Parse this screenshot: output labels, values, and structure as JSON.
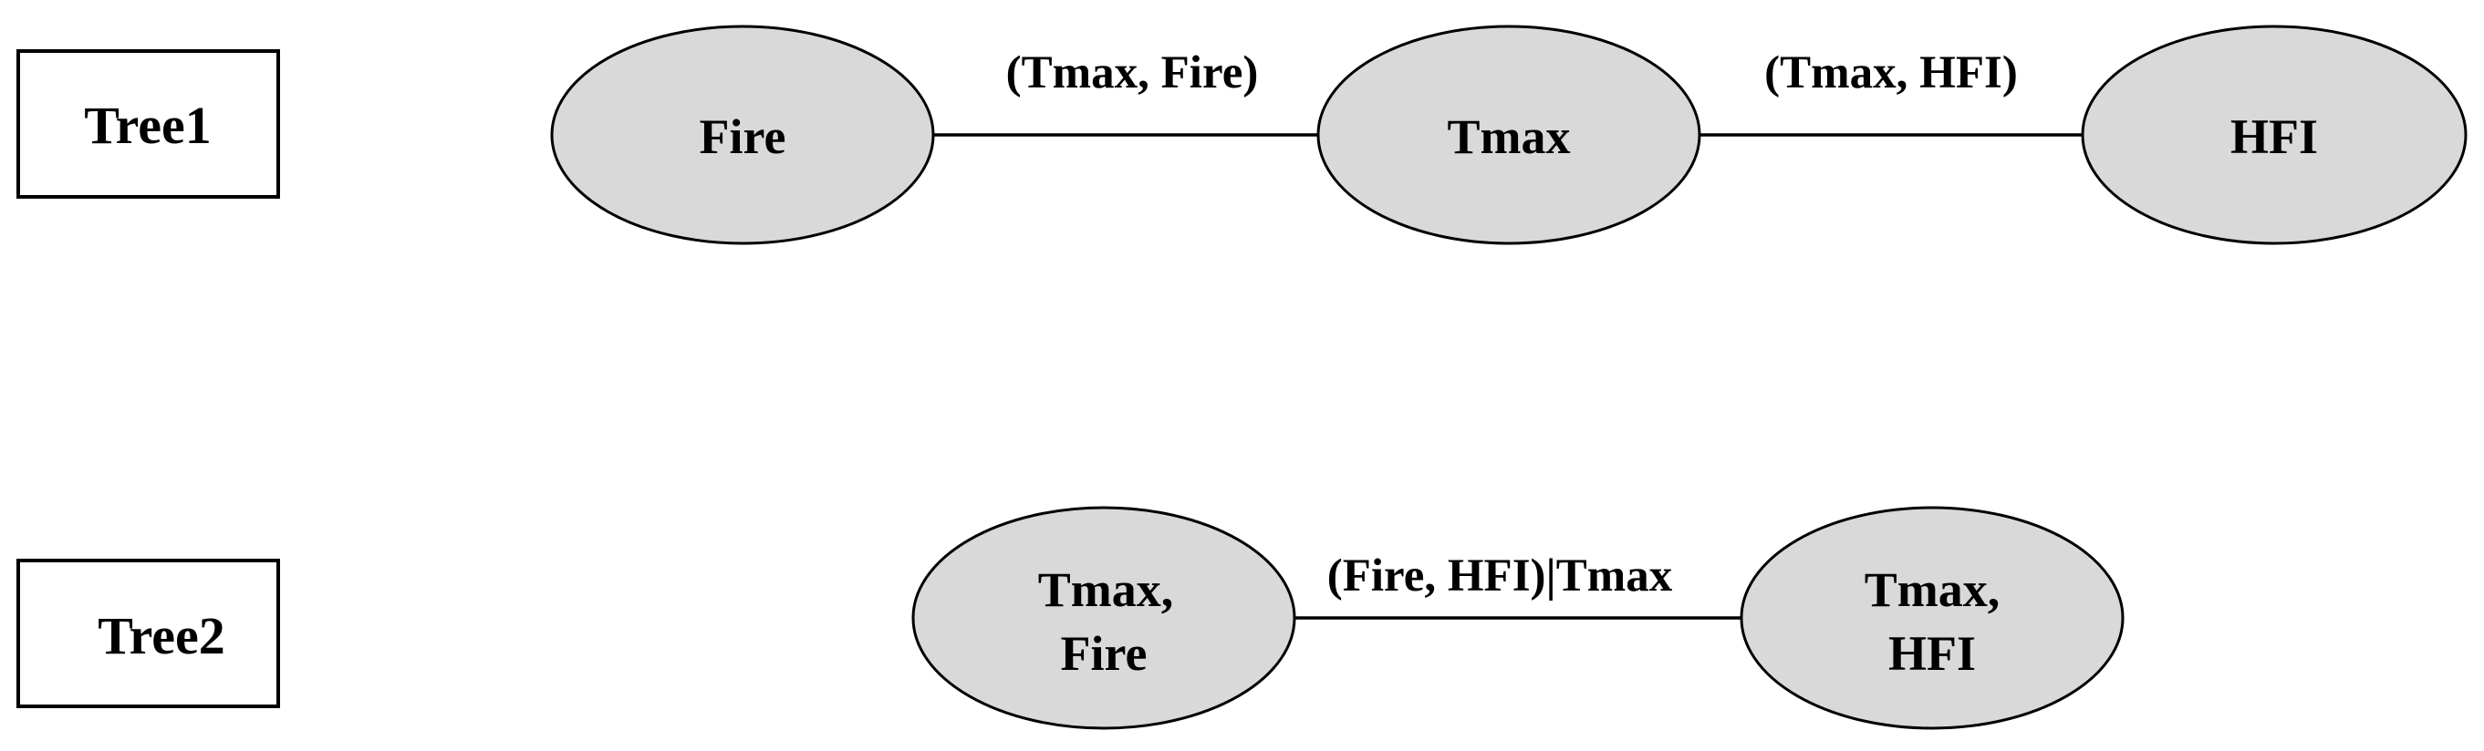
{
  "trees": [
    {
      "label": "Tree1",
      "nodes": [
        {
          "lines": [
            "Fire"
          ]
        },
        {
          "lines": [
            "Tmax"
          ]
        },
        {
          "lines": [
            "HFI"
          ]
        }
      ],
      "edges": [
        {
          "label": "(Tmax, Fire)"
        },
        {
          "label": "(Tmax, HFI)"
        }
      ]
    },
    {
      "label": "Tree2",
      "nodes": [
        {
          "lines": [
            "Tmax,",
            "Fire"
          ]
        },
        {
          "lines": [
            "Tmax,",
            "HFI"
          ]
        }
      ],
      "edges": [
        {
          "label": "(Fire, HFI)|Tmax"
        }
      ]
    }
  ],
  "colors": {
    "node_fill": "#d9d9d9",
    "stroke": "#000000",
    "background": "#ffffff"
  }
}
